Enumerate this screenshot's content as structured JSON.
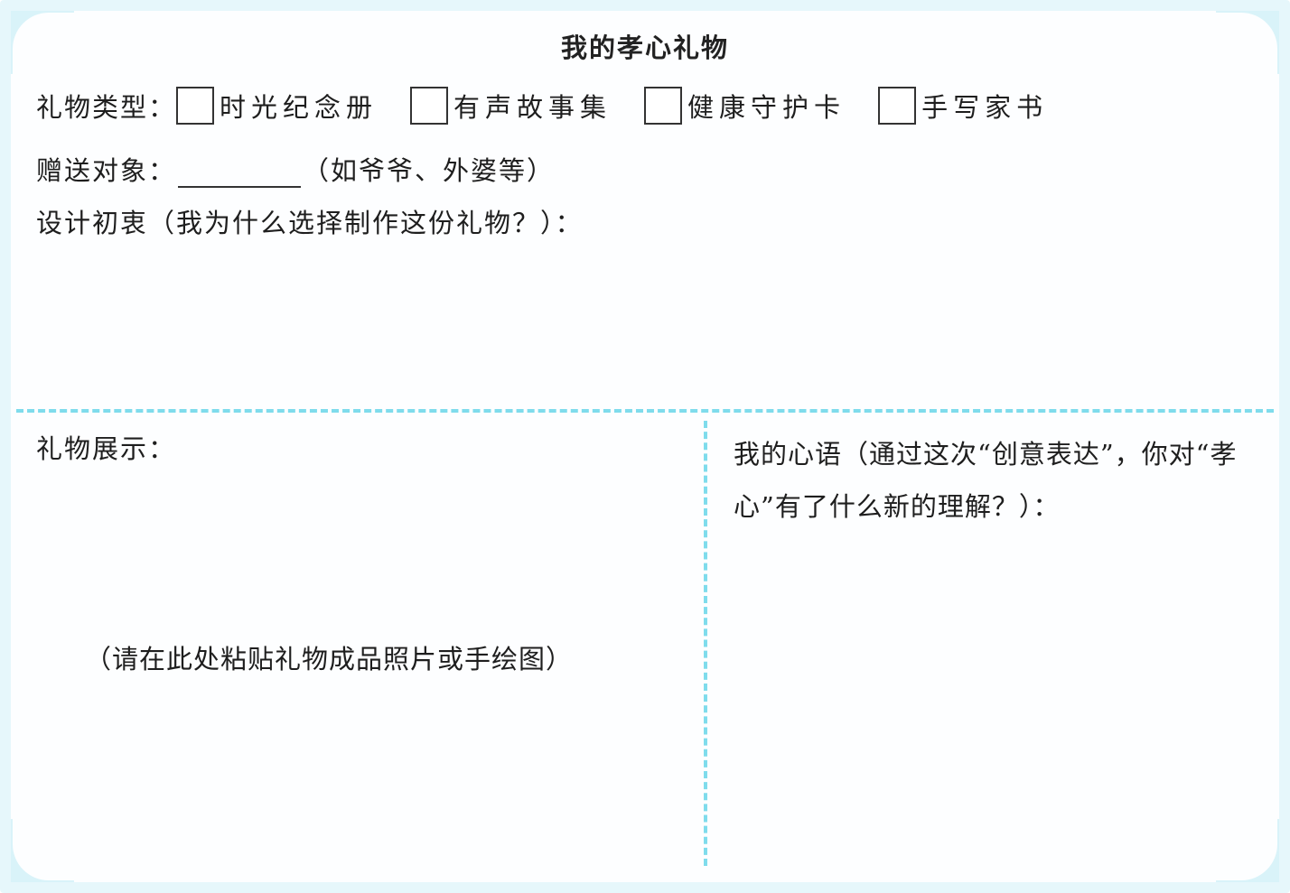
{
  "title": "我的孝心礼物",
  "gift_type": {
    "label": "礼物类型：",
    "options": [
      "时光纪念册",
      "有声故事集",
      "健康守护卡",
      "手写家书"
    ]
  },
  "recipient": {
    "label": "赠送对象：",
    "hint": "（如爷爷、外婆等）"
  },
  "design_intent": {
    "label": "设计初衷（我为什么选择制作这份礼物？）："
  },
  "showcase": {
    "label": "礼物展示：",
    "paste_hint": "（请在此处粘贴礼物成品照片或手绘图）"
  },
  "heart_words": {
    "label": "我的心语（通过这次“创意表达”，你对“孝心”有了什么新的理解？）："
  },
  "colors": {
    "accent_dash": "#7fdcec",
    "border": "#e6f7fb"
  }
}
